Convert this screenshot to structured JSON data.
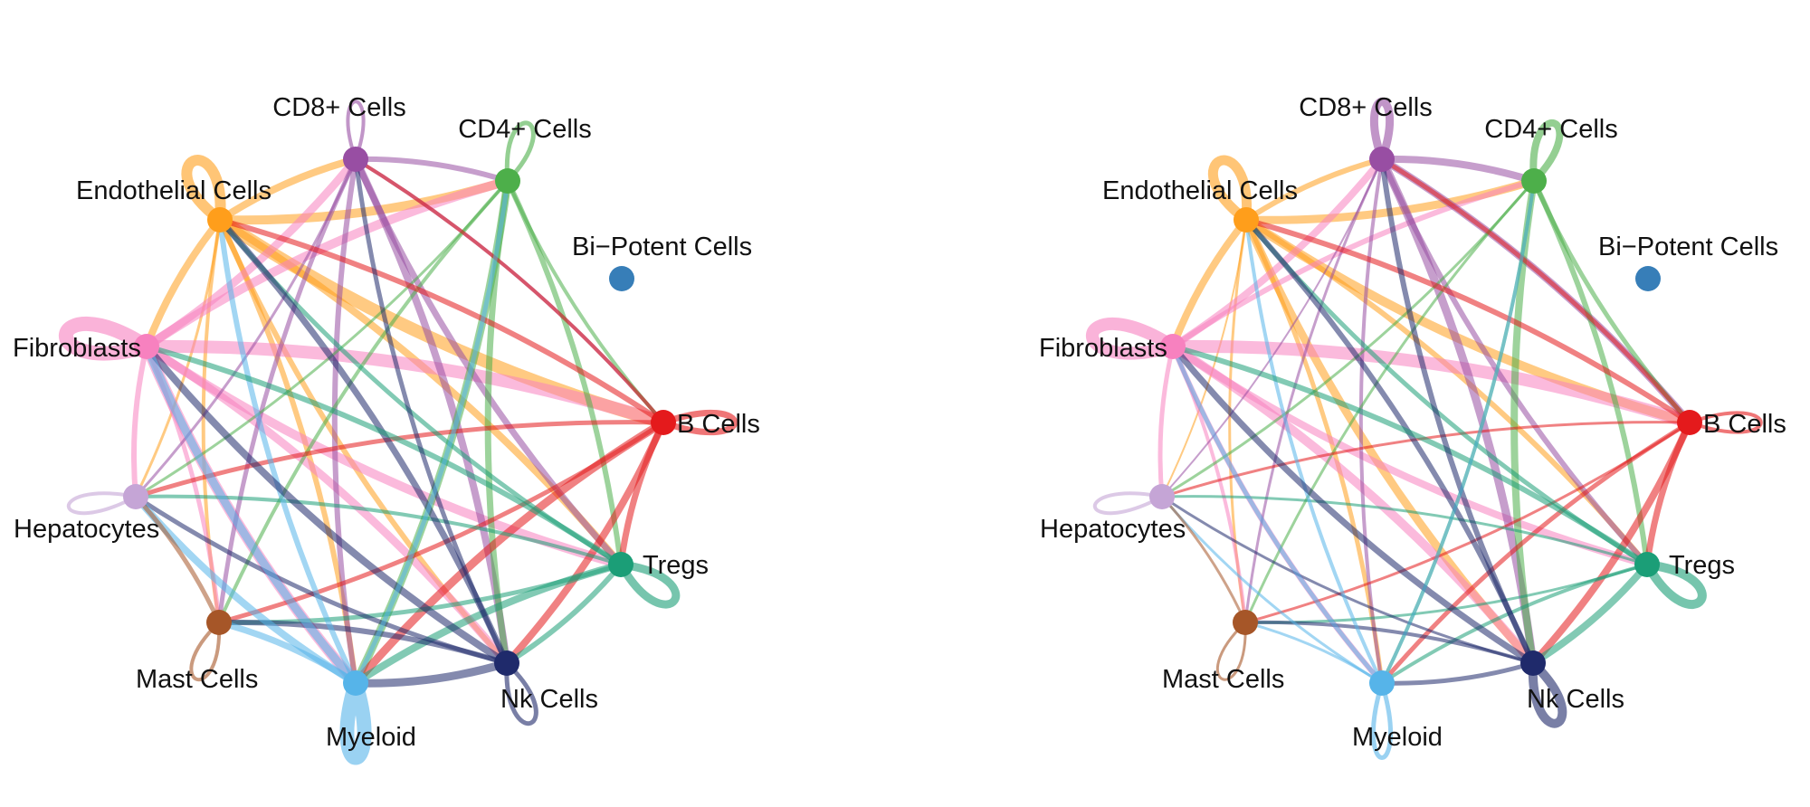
{
  "networks": [
    {
      "id": "left",
      "nodes": [
        {
          "id": "cd8",
          "label": "CD8+ Cells",
          "color": "#984EA3",
          "icon": "circle-node"
        },
        {
          "id": "cd4",
          "label": "CD4+ Cells",
          "color": "#4DAF4A",
          "icon": "circle-node"
        },
        {
          "id": "endo",
          "label": "Endothelial Cells",
          "color": "#FF9E1B",
          "icon": "circle-node"
        },
        {
          "id": "bipot",
          "label": "Bi−Potent Cells",
          "color": "#377EB8",
          "icon": "circle-node"
        },
        {
          "id": "fibro",
          "label": "Fibroblasts",
          "color": "#F781BF",
          "icon": "circle-node"
        },
        {
          "id": "bcell",
          "label": "B Cells",
          "color": "#E41A1C",
          "icon": "circle-node"
        },
        {
          "id": "hep",
          "label": "Hepatocytes",
          "color": "#C5A5D6",
          "icon": "circle-node"
        },
        {
          "id": "treg",
          "label": "Tregs",
          "color": "#1B9E77",
          "icon": "circle-node"
        },
        {
          "id": "mast",
          "label": "Mast Cells",
          "color": "#A65628",
          "icon": "circle-node"
        },
        {
          "id": "myel",
          "label": "Myeloid",
          "color": "#56B4E9",
          "icon": "circle-node"
        },
        {
          "id": "nk",
          "label": "Nk Cells",
          "color": "#1F2A6B",
          "icon": "circle-node"
        }
      ]
    },
    {
      "id": "right",
      "nodes": [
        {
          "id": "cd8",
          "label": "CD8+ Cells",
          "color": "#984EA3",
          "icon": "circle-node"
        },
        {
          "id": "cd4",
          "label": "CD4+ Cells",
          "color": "#4DAF4A",
          "icon": "circle-node"
        },
        {
          "id": "endo",
          "label": "Endothelial Cells",
          "color": "#FF9E1B",
          "icon": "circle-node"
        },
        {
          "id": "bipot",
          "label": "Bi−Potent Cells",
          "color": "#377EB8",
          "icon": "circle-node"
        },
        {
          "id": "fibro",
          "label": "Fibroblasts",
          "color": "#F781BF",
          "icon": "circle-node"
        },
        {
          "id": "bcell",
          "label": "B Cells",
          "color": "#E41A1C",
          "icon": "circle-node"
        },
        {
          "id": "hep",
          "label": "Hepatocytes",
          "color": "#C5A5D6",
          "icon": "circle-node"
        },
        {
          "id": "treg",
          "label": "Tregs",
          "color": "#1B9E77",
          "icon": "circle-node"
        },
        {
          "id": "mast",
          "label": "Mast Cells",
          "color": "#A65628",
          "icon": "circle-node"
        },
        {
          "id": "myel",
          "label": "Myeloid",
          "color": "#56B4E9",
          "icon": "circle-node"
        },
        {
          "id": "nk",
          "label": "Nk Cells",
          "color": "#1F2A6B",
          "icon": "circle-node"
        }
      ]
    }
  ]
}
